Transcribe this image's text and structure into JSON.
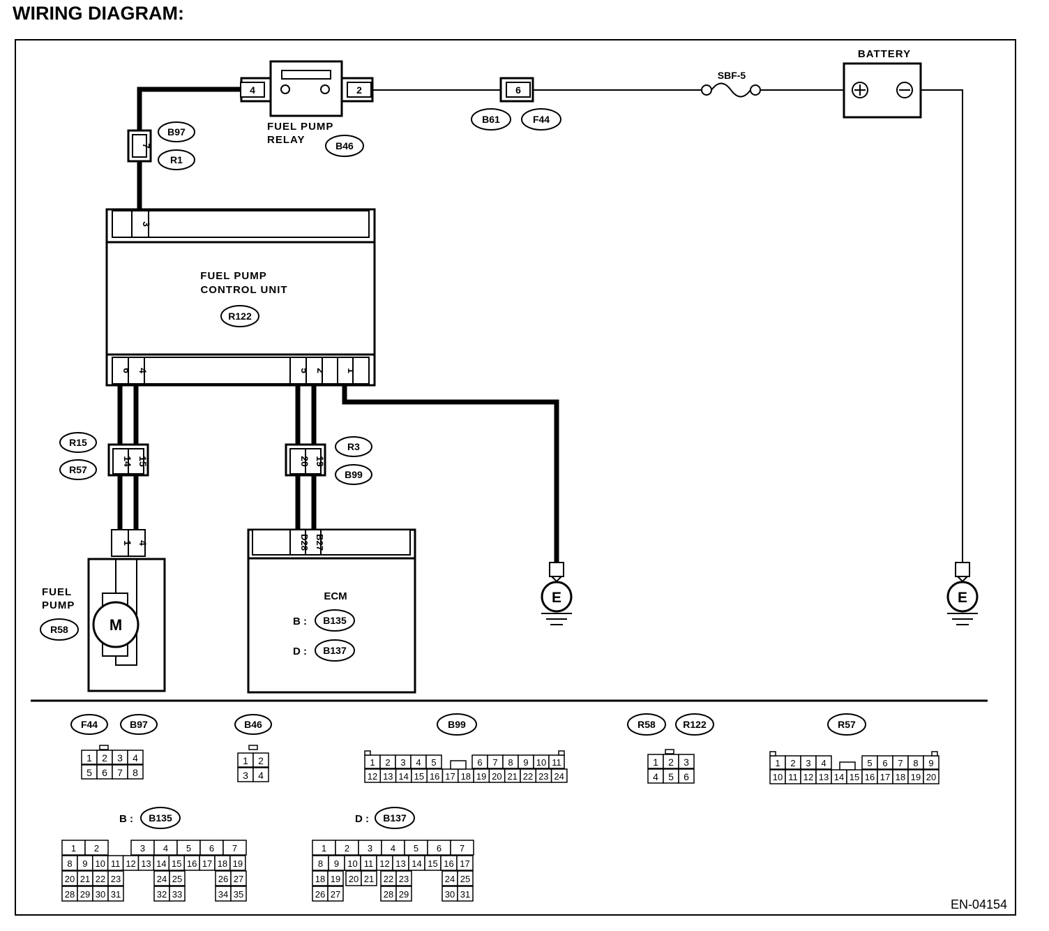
{
  "title": "WIRING DIAGRAM:",
  "doc_code": "EN-04154",
  "colors": {
    "ink": "#000000",
    "paper": "#ffffff"
  },
  "components": {
    "relay": {
      "label_line1": "FUEL PUMP",
      "label_line2": "RELAY",
      "code": "B46",
      "pin_left": "4",
      "pin_right": "2"
    },
    "battery": {
      "label": "BATTERY",
      "plus_icon": "circle-plus",
      "minus_icon": "circle-minus"
    },
    "fuse": {
      "label": "SBF-5"
    },
    "joint_b61_f44": {
      "pin": "6",
      "codes": [
        "B61",
        "F44"
      ]
    },
    "joint_b97_r1": {
      "pin": "7",
      "codes": [
        "B97",
        "R1"
      ]
    },
    "control_unit": {
      "label_line1": "FUEL PUMP",
      "label_line2": "CONTROL UNIT",
      "code": "R122",
      "top_pin": "3",
      "bottom_pins": [
        "6",
        "4",
        "5",
        "2",
        "",
        "1",
        ""
      ]
    },
    "joint_r15_r57": {
      "pins": [
        "14",
        "15"
      ],
      "codes": [
        "R15",
        "R57"
      ]
    },
    "joint_r3_b99": {
      "pins": [
        "20",
        "19"
      ],
      "codes": [
        "R3",
        "B99"
      ]
    },
    "fuel_pump": {
      "label_line1": "FUEL",
      "label_line2": "PUMP",
      "code": "R58",
      "motor": "M",
      "pins": [
        "1",
        "4"
      ]
    },
    "ecm": {
      "label": "ECM",
      "prefix_b": "B :",
      "code_b": "B135",
      "prefix_d": "D :",
      "code_d": "B137",
      "pins": [
        "D28",
        "B27"
      ]
    },
    "ground_1": {
      "label": "E"
    },
    "ground_2": {
      "label": "E"
    }
  },
  "connector_views": {
    "f44_b97": {
      "codes": [
        "F44",
        "B97"
      ],
      "row1": [
        "1",
        "2",
        "3",
        "4"
      ],
      "row2": [
        "5",
        "6",
        "7",
        "8"
      ]
    },
    "b46": {
      "code": "B46",
      "row1": [
        "1",
        "2"
      ],
      "row2": [
        "3",
        "4"
      ]
    },
    "b99": {
      "code": "B99",
      "row1": [
        "1",
        "2",
        "3",
        "4",
        "5",
        "",
        "6",
        "7",
        "8",
        "9",
        "10",
        "11"
      ],
      "row2": [
        "12",
        "13",
        "14",
        "15",
        "16",
        "17",
        "18",
        "19",
        "20",
        "21",
        "22",
        "23",
        "24"
      ]
    },
    "r58_r122": {
      "codes": [
        "R58",
        "R122"
      ],
      "row1": [
        "1",
        "2",
        "3"
      ],
      "row2": [
        "4",
        "5",
        "6"
      ]
    },
    "r57": {
      "code": "R57",
      "row1": [
        "1",
        "2",
        "3",
        "4",
        "",
        "5",
        "6",
        "7",
        "8",
        "9"
      ],
      "row2": [
        "10",
        "11",
        "12",
        "13",
        "14",
        "15",
        "16",
        "17",
        "18",
        "19",
        "20"
      ]
    },
    "b135": {
      "prefix": "B :",
      "code": "B135",
      "row1": [
        "1",
        "2",
        "",
        "3",
        "4",
        "5",
        "6",
        "7"
      ],
      "row2": [
        "8",
        "9",
        "10",
        "11",
        "12",
        "13",
        "14",
        "15",
        "16",
        "17",
        "18",
        "19"
      ],
      "row3": [
        "20",
        "21",
        "22",
        "23",
        "",
        "",
        "24",
        "25",
        "",
        "",
        "26",
        "27"
      ],
      "row4": [
        "28",
        "29",
        "30",
        "31",
        "",
        "",
        "32",
        "33",
        "",
        "",
        "34",
        "35"
      ]
    },
    "b137": {
      "prefix": "D :",
      "code": "B137",
      "row1": [
        "1",
        "2",
        "3",
        "4",
        "5",
        "6",
        "7"
      ],
      "row2": [
        "8",
        "9",
        "10",
        "11",
        "12",
        "13",
        "14",
        "15",
        "16",
        "17"
      ],
      "row3": [
        "18",
        "19",
        "20",
        "21",
        "22",
        "23",
        "",
        "24",
        "25"
      ],
      "row4": [
        "26",
        "27",
        "",
        "",
        "28",
        "29",
        "",
        "30",
        "31"
      ]
    }
  }
}
